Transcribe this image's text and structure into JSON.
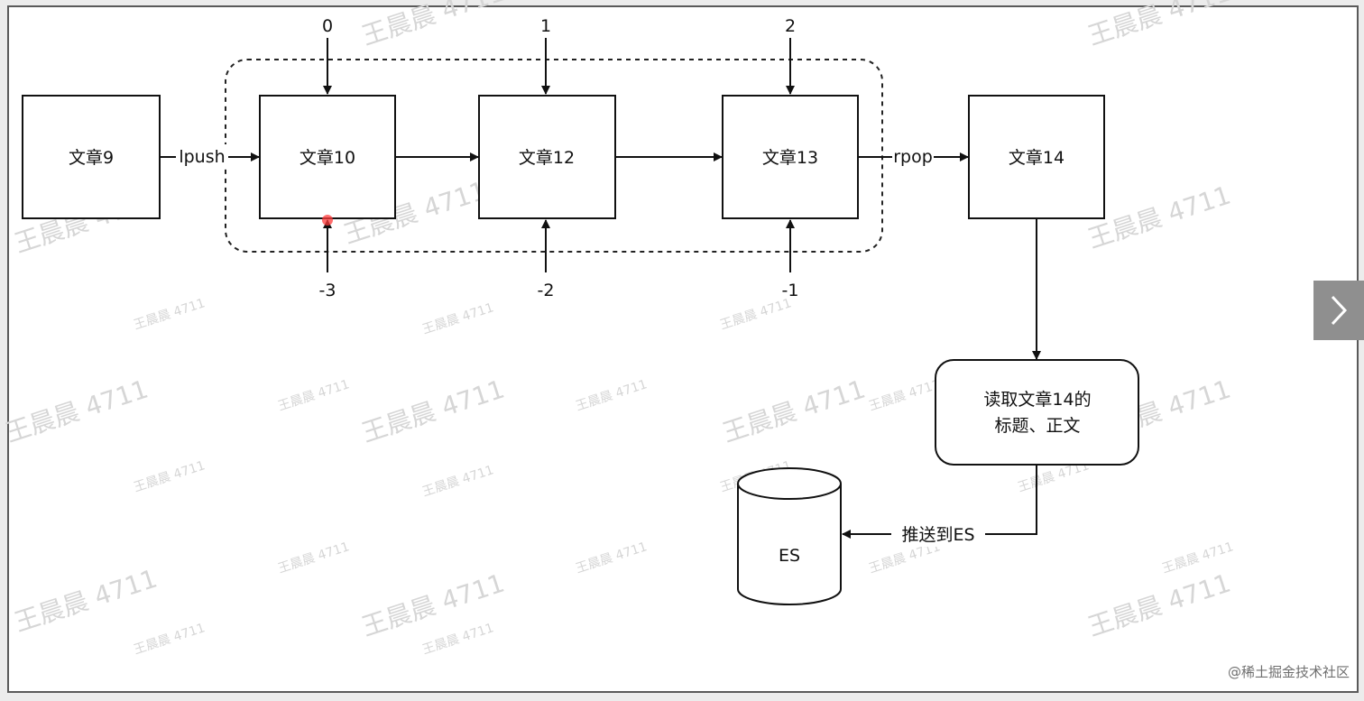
{
  "nodes": {
    "article9": "文章9",
    "article10": "文章10",
    "article12": "文章12",
    "article13": "文章13",
    "article14": "文章14",
    "read_line1": "读取文章14的",
    "read_line2": "标题、正文",
    "es": "ES"
  },
  "edges": {
    "lpush": "lpush",
    "rpop": "rpop",
    "push_es": "推送到ES"
  },
  "indices": {
    "top": [
      "0",
      "1",
      "2"
    ],
    "bottom": [
      "-3",
      "-2",
      "-1"
    ]
  },
  "watermark": {
    "large": "王晨晨 4711",
    "small": "王晨晨 4711"
  },
  "site_mark": "@稀土掘金技术社区",
  "next_icon": "chevron-right-icon"
}
